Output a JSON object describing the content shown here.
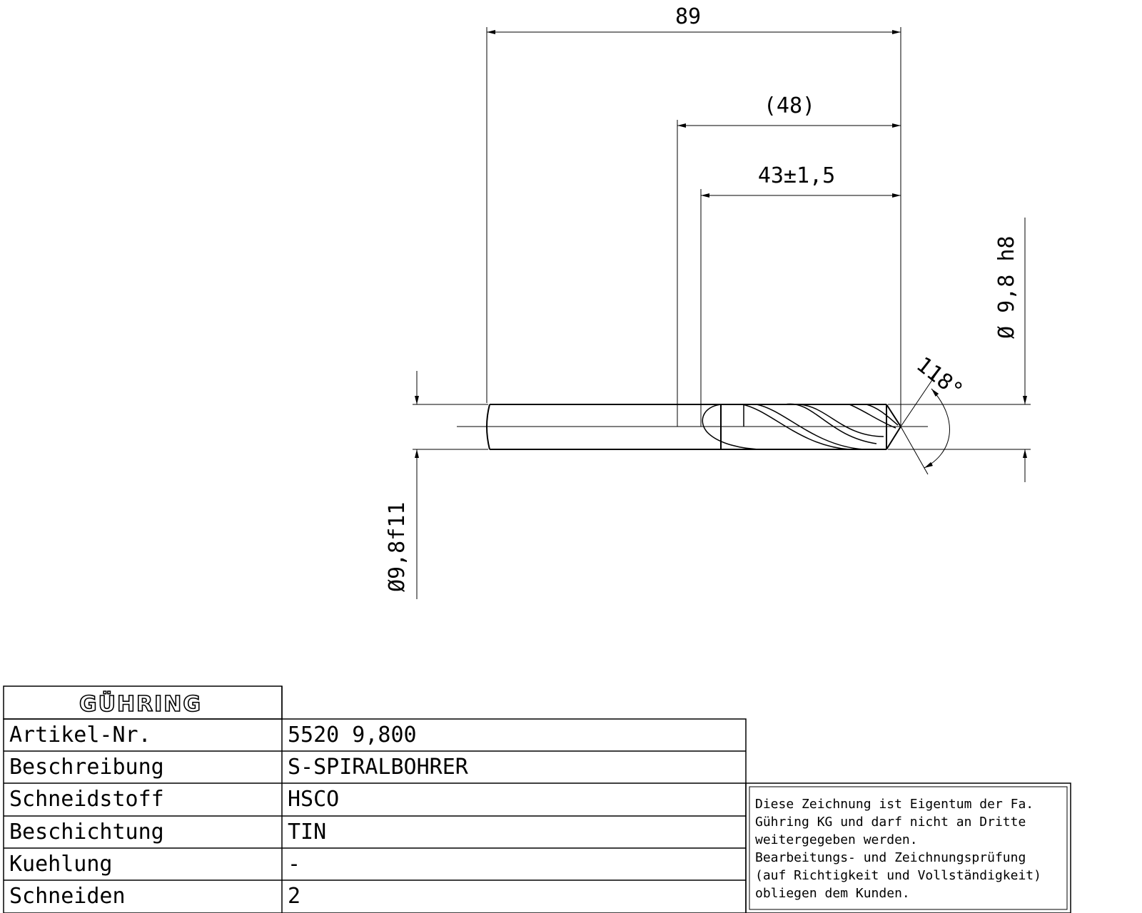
{
  "dimensions": {
    "overall_length": "89",
    "reference_length": "(48)",
    "flute_length": "43±1,5",
    "body_diameter": "Ø 9,8 h8",
    "shank_diameter": "Ø9,8f11",
    "point_angle": "118°"
  },
  "title_block": {
    "brand": "GÜHRING",
    "rows": [
      {
        "label": "Artikel-Nr.",
        "value": "5520 9,800"
      },
      {
        "label": "Beschreibung",
        "value": "S-SPIRALBOHRER"
      },
      {
        "label": "Schneidstoff",
        "value": "HSCO"
      },
      {
        "label": "Beschichtung",
        "value": "TIN"
      },
      {
        "label": "Kuehlung",
        "value": "-"
      },
      {
        "label": "Schneiden",
        "value": "2"
      }
    ]
  },
  "notice": {
    "lines": [
      "Diese Zeichnung ist Eigentum der Fa.",
      "Gühring KG und darf nicht an Dritte",
      "weitergegeben werden.",
      "Bearbeitungs- und Zeichnungsprüfung",
      "(auf Richtigkeit und Vollständigkeit)",
      "obliegen dem Kunden."
    ]
  }
}
